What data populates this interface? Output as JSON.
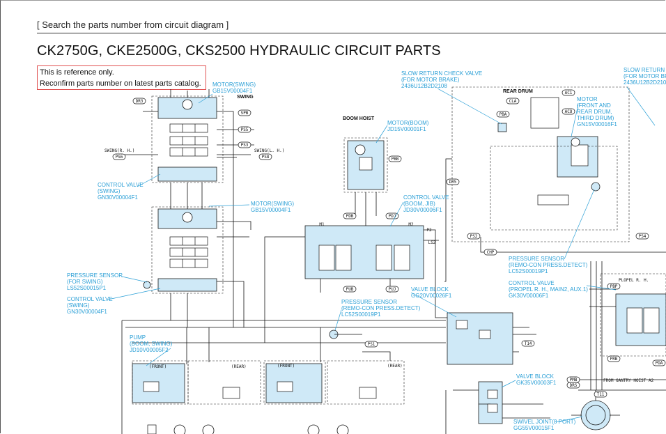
{
  "breadcrumb": "[ Search the parts number from circuit diagram ]",
  "title": "CK2750G, CKE2500G, CKS2500 HYDRAULIC CIRCUIT PARTS",
  "note": {
    "line1": "This is reference only.",
    "line2": "Reconfirm parts number on latest parts catalog."
  },
  "colors": {
    "accent": "#2a9fd6",
    "highlight": "#cfe9f7",
    "note_border": "#e05050"
  },
  "callouts": {
    "motor_swing_1": [
      "MOTOR(SWING)",
      "GB15V00004F1"
    ],
    "cv_swing_1": [
      "CONTROL VALVE",
      "(SWING)",
      "GN30V00004F1"
    ],
    "motor_swing_2": [
      "MOTOR(SWING)",
      "GB15V00004F1"
    ],
    "ps_swing": [
      "PRESSURE SENSOR",
      "(FOR SWING)",
      "LS52S00015P1"
    ],
    "cv_swing_2": [
      "CONTROL VALVE",
      "(SWING)",
      "GN30V00004F1"
    ],
    "pump": [
      "PUMP",
      "(BOOM, SWING)",
      "JD10V00005F2"
    ],
    "motor_boom": [
      "MOTOR(BOOM)",
      "JD15V00001F1"
    ],
    "cv_boom": [
      "CONTROL VALVE",
      "(BOOM, JIB)",
      "JD30V00006F1"
    ],
    "ps_remocon_1": [
      "PRESSURE SENSOR",
      "(REMO-CON PRESS.DETECT)",
      "LC52S00019P1"
    ],
    "valve_block_1": [
      "VALVE BLOCK",
      "GG20V00026F1"
    ],
    "slow_return_1": [
      "SLOW RETURN CHECK VALVE",
      "(FOR MOTOR BRAKE)",
      "2436U12B2D2108"
    ],
    "motor_drum": [
      "MOTOR",
      "(FRONT AND",
      "REAR DRUM,",
      "THIRD DRUM)",
      "GN15V00016F1"
    ],
    "ps_remocon_2": [
      "PRESSURE SENSOR",
      "(REMO-CON PRESS.DETECT)",
      "LC52S00019P1"
    ],
    "cv_propel": [
      "CONTROL VALVE",
      "(PROPEL R. H., MAIN2, AUX.1)",
      "GK30V00006F1"
    ],
    "valve_block_2": [
      "VALVE BLOCK",
      "GK35V00003F1"
    ],
    "swivel": [
      "SWIVEL JOINT(8 PORT)",
      "GG55V00015F1"
    ],
    "slow_return_2": [
      "SLOW RETURN",
      "(FOR MOTOR BR",
      "2436U12B2D210"
    ]
  },
  "tags": {
    "swing": "SWING",
    "boom_hoist": "BOOM HOIST",
    "rear_drum": "REAR DRUM",
    "from_gantry": "FROM GANTRY HOIST A2",
    "propel_rh": "PLOPEL R. H.",
    "front": "(FRONT)",
    "rear": "(REAR)",
    "swing_rh": "SWING(R. H.)",
    "swing_lh": "SWING(L. H.)",
    "ports": [
      "DR3",
      "SPB",
      "PS5",
      "PS3",
      "PS6",
      "PS8",
      "PBB",
      "PDB",
      "PDJ",
      "PUB",
      "PUJ",
      "DR5",
      "PS1",
      "T14",
      "AC1",
      "CLA",
      "PBA",
      "ACO",
      "PS2",
      "CHP",
      "PBP",
      "PRB",
      "PDA",
      "PS4",
      "PMB",
      "DRS",
      "T11",
      "M1",
      "M2",
      "P2",
      "LS2"
    ]
  }
}
